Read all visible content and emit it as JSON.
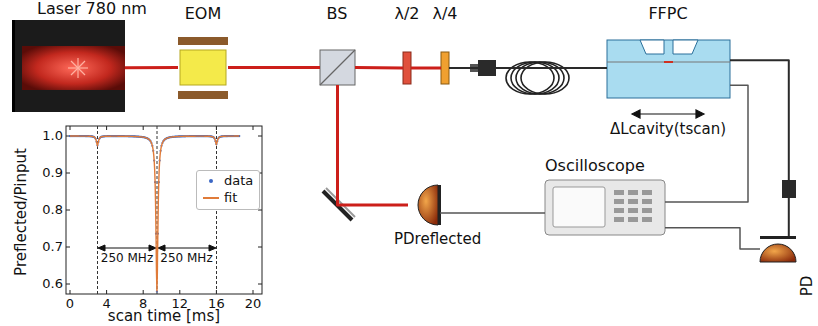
{
  "diagram": {
    "nodes": [
      {
        "text": [
          "Laser 780 nm"
        ]
      },
      {
        "text": [
          "EOM"
        ]
      },
      {
        "text": [
          "BS"
        ]
      },
      {
        "text": [
          "λ/2"
        ]
      },
      {
        "text": [
          "λ/4"
        ]
      },
      {
        "text": [
          "FFPC"
        ]
      },
      {
        "text": [
          "PDreflected"
        ]
      },
      {
        "text": [
          "Oscilloscope"
        ]
      },
      {
        "text": [
          "PD"
        ]
      }
    ],
    "edges": [
      {
        "from": 0,
        "to": 1,
        "arrow": "none"
      },
      {
        "from": 1,
        "to": 2,
        "arrow": "none"
      },
      {
        "from": 2,
        "to": 3,
        "arrow": "none"
      },
      {
        "from": 3,
        "to": 4,
        "arrow": "none"
      },
      {
        "from": 4,
        "to": 5,
        "arrow": "none"
      },
      {
        "from": 2,
        "to": 6,
        "arrow": "none"
      },
      {
        "from": 6,
        "to": 7,
        "arrow": "none"
      },
      {
        "from": 5,
        "to": 7,
        "arrow": "none"
      },
      {
        "from": 7,
        "to": 8,
        "arrow": "none"
      },
      {
        "from": 5,
        "to": 8,
        "arrow": "none"
      }
    ],
    "labels": [
      "ΔLcavity(tscan)",
      "Preflected/Pinput",
      "1.0",
      "0.9",
      "0.8",
      "0.7",
      "0.6",
      "0",
      "4",
      "8",
      "12",
      "16",
      "20",
      "scan time [ms]",
      "250 MHz",
      "250 MHz"
    ],
    "legend": [
      {
        "text": "data"
      },
      {
        "text": "fit"
      }
    ]
  }
}
